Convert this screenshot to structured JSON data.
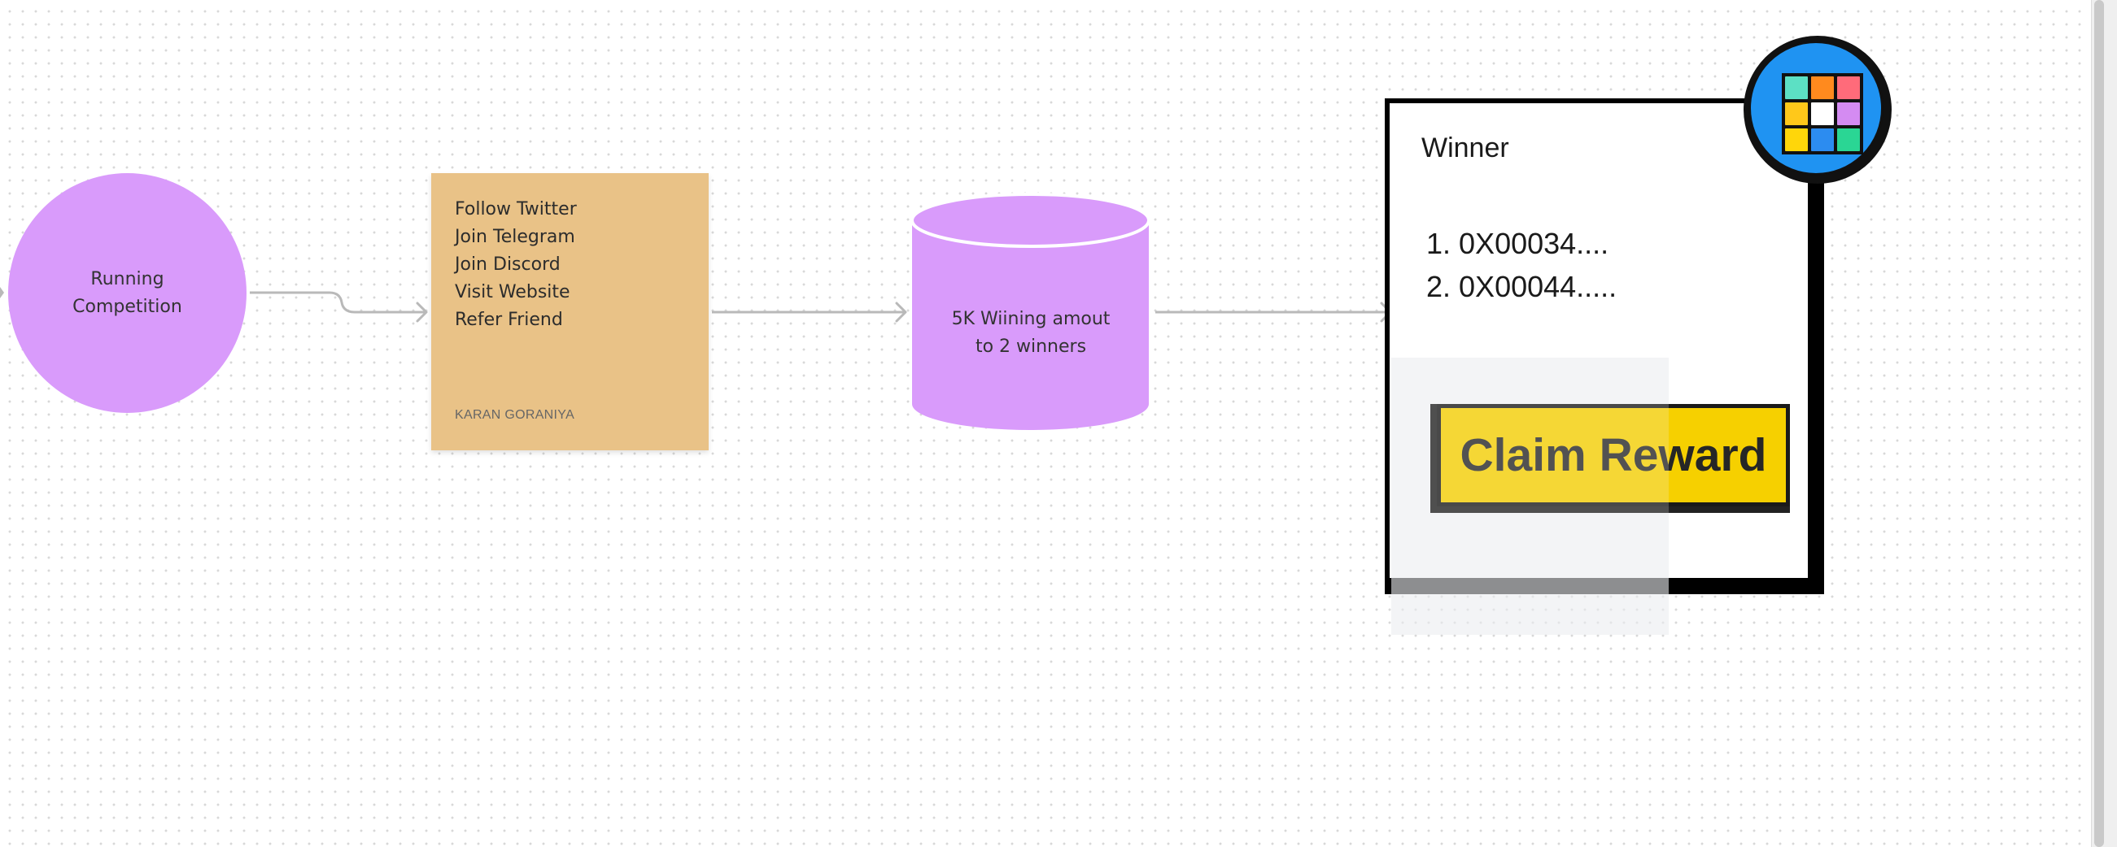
{
  "nodes": {
    "circle": {
      "label": "Running\nCompetition",
      "color": "#d99bfb"
    },
    "sticky": {
      "items": [
        "Follow Twitter",
        "Join Telegram",
        "Join Discord",
        "Visit Website",
        "Refer Friend"
      ],
      "author": "KARAN GORANIYA",
      "color": "#e9c287"
    },
    "cylinder": {
      "label": "5K Wiining amout\nto 2 winners",
      "color": "#d99bfb"
    }
  },
  "card": {
    "title": "Winner",
    "winners": [
      "0X00034....",
      "0X00044....."
    ],
    "claim_label": "Claim Reward",
    "claim_color": "#f6d000"
  },
  "badge": {
    "icon": "app-grid-icon",
    "colors": [
      "#5ce0c4",
      "#ff8a1e",
      "#ff6b7a",
      "#ffc81a",
      "#ffffff",
      "#d48bf2",
      "#ffd60a",
      "#2c8cf0",
      "#2ad694"
    ]
  },
  "connector_color": "#b9b9b9"
}
